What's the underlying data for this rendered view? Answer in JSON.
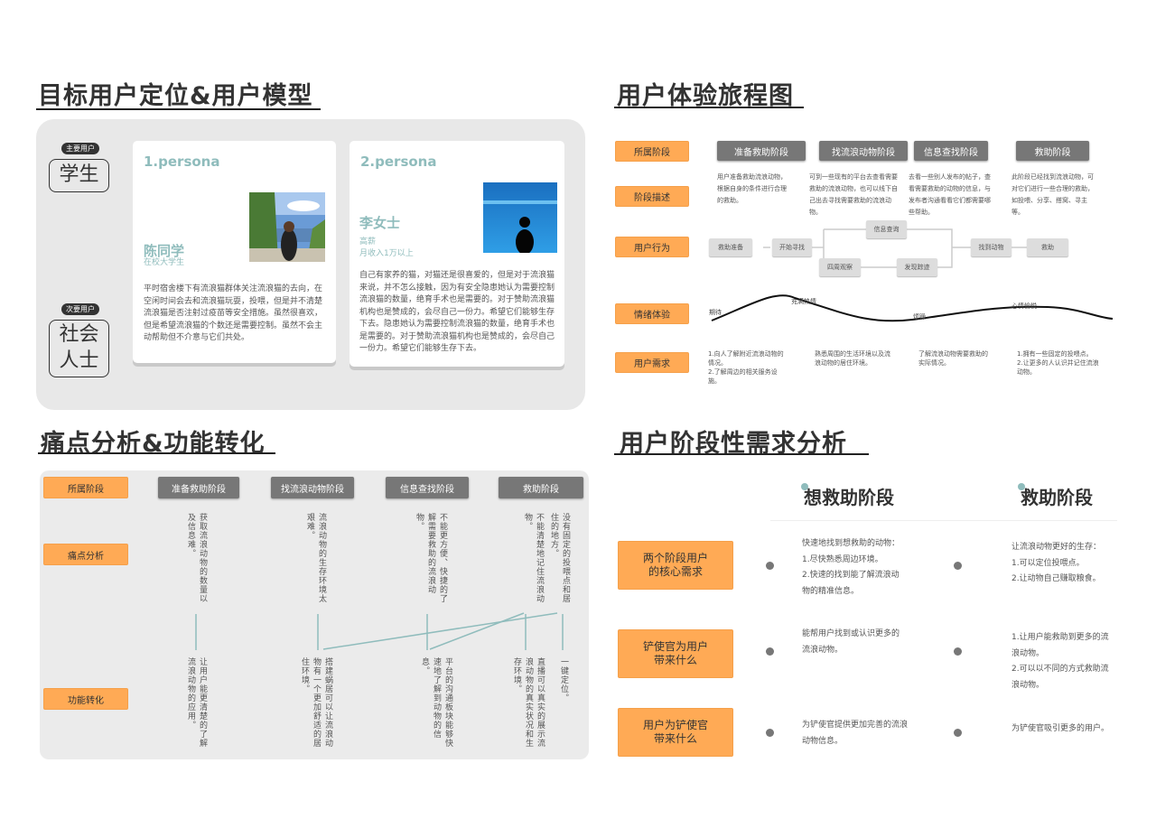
{
  "colors": {
    "accent": "#ffaa55",
    "teal": "#8fbcbc",
    "stage": "#777777",
    "panel": "#e8e8e8"
  },
  "persona_section": {
    "title": "目标用户定位&用户模型",
    "primary_tag": "主要用户",
    "primary_user": "学生",
    "secondary_tag": "次要用户",
    "secondary_user": "社会人士",
    "cards": [
      {
        "title": "1.persona",
        "name": "陈同学",
        "sub1": "在校大学生",
        "sub2": "",
        "desc": "平时宿舍楼下有流浪猫群体关注流浪猫的去向，在空闲时间会去和流浪猫玩耍，投喂，但是并不清楚流浪猫是否注射过疫苗等安全措施。虽然很喜欢，但是希望流浪猫的个数还是需要控制。虽然不会主动帮助但不介意与它们共处。"
      },
      {
        "title": "2.persona",
        "name": "李女士",
        "sub1": "高薪",
        "sub2": "月收入1万以上",
        "desc": "自己有家养的猫，对猫还是很喜爱的，但是对于流浪猫来说，并不怎么接触，因为有安全隐患她认为需要控制流浪猫的数量，绝育手术也是需要的。对于赞助流浪猫机构也是赞成的，会尽自己一份力。希望它们能够生存下去。隐患她认为需要控制流浪猫的数量，绝育手术也是需要的。对于赞助流浪猫机构也是赞成的，会尽自己一份力。希望它们能够生存下去。"
      }
    ]
  },
  "journey": {
    "title": "用户体验旅程图",
    "row_labels": [
      "所属阶段",
      "阶段描述",
      "用户行为",
      "情绪体验",
      "用户需求"
    ],
    "stages": [
      "准备救助阶段",
      "找流浪动物阶段",
      "信息查找阶段",
      "救助阶段"
    ],
    "descriptions": [
      "用户准备救助流浪动物，根据自身的条件进行合理的救助。",
      "可到一些现有的平台去查看需要救助的流浪动物，也可以线下自己出去寻找需要救助的流浪动物。",
      "去看一些别人发布的帖子，查看需要救助的动物的信息，与发布者沟通看看它们都需要哪些帮助。",
      "此阶段已经找到流浪动物，可对它们进行一些合理的救助，如投喂、分享、搭窝、寻主等。"
    ],
    "actions": {
      "a1": "救助准备",
      "a2": "开始寻找",
      "a3": "信息查询",
      "a4": "四周观察",
      "a5": "发现踪迹",
      "a6": "找到动物",
      "a7": "救助"
    },
    "emotions": [
      "期待",
      "充满热情",
      "烦躁",
      "心情愉悦"
    ],
    "needs": [
      "1.向人了解附近流浪动物的情况。\n2.了解周边的相关服务设施。",
      "熟悉周围的生活环境以及流浪动物的居住环境。",
      "了解流浪动物需要救助的实际情况。",
      "1.拥有一些固定的投喂点。\n2.让更多的人认识并记住流浪动物。"
    ]
  },
  "pain": {
    "title": "痛点分析&功能转化",
    "row_labels": [
      "所属阶段",
      "痛点分析",
      "功能转化"
    ],
    "stages": [
      "准备救助阶段",
      "找流浪动物阶段",
      "信息查找阶段",
      "救助阶段"
    ],
    "pains": [
      "获取流浪动物的数量以及信息难。",
      "流浪动物的生存环境太艰难。",
      "不能更方便、快捷的了解需要救助的流浪动物。",
      "不能清楚地记住流浪动物。",
      "没有固定的投喂点和居住的地方。"
    ],
    "functions": [
      "让用户能更清楚的了解流浪动物的应用。",
      "搭建蜗居可以让流浪动物有一个更加舒适的居住环境。",
      "平台的沟通板块能够快速地了解到动物的信息。",
      "直播可以真实的展示流浪动物的真实状况和生存环境。",
      "一键定位。"
    ]
  },
  "needs_analysis": {
    "title": "用户阶段性需求分析",
    "columns": [
      "想救助阶段",
      "救助阶段"
    ],
    "rows": [
      {
        "label": "两个阶段用户\n的核心需求",
        "a": "快速地找到想救助的动物：\n1.尽快熟悉周边环境。\n2.快速的找到能了解流浪动物的精准信息。",
        "b": "让流浪动物更好的生存：\n1.可以定位投喂点。\n2.让动物自己赚取粮食。"
      },
      {
        "label": "铲使官为用户\n带来什么",
        "a": "能帮用户找到或认识更多的流浪动物。",
        "b": "1.让用户能救助到更多的流浪动物。\n2.可以以不同的方式救助流浪动物。"
      },
      {
        "label": "用户为铲使官\n带来什么",
        "a": "为铲使官提供更加完善的流浪动物信息。",
        "b": "为铲使官吸引更多的用户。"
      }
    ]
  }
}
